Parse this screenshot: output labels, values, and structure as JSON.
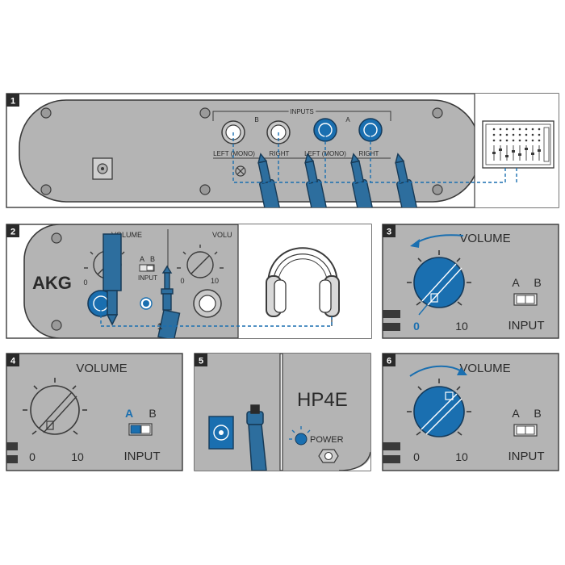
{
  "panel_numbers": [
    "1",
    "2",
    "3",
    "4",
    "5",
    "6"
  ],
  "panel1": {
    "inputs_label": "INPUTS",
    "group_b_label": "B",
    "group_a_label": "A",
    "left_mono_label": "LEFT (MONO)",
    "right_label": "RIGHT"
  },
  "panel2": {
    "brand": "AKG",
    "volume_label": "VOLUME",
    "volume_label_cut": "VOLU",
    "a_label": "A",
    "b_label": "B",
    "input_label": "INPUT",
    "scale_min": "0",
    "scale_max": "10",
    "ch1_label": "1"
  },
  "panel3": {
    "volume_label": "VOLUME",
    "a_label": "A",
    "b_label": "B",
    "input_label": "INPUT",
    "scale_min": "0",
    "scale_max": "10"
  },
  "panel4": {
    "volume_label": "VOLUME",
    "a_label": "A",
    "b_label": "B",
    "input_label": "INPUT",
    "scale_min": "0",
    "scale_max": "10"
  },
  "panel5": {
    "model": "HP4E",
    "power_label": "POWER"
  },
  "panel6": {
    "volume_label": "VOLUME",
    "a_label": "A",
    "b_label": "B",
    "input_label": "INPUT",
    "scale_min": "0",
    "scale_max": "10"
  },
  "colors": {
    "panel_gray": "#b4b4b4",
    "device_gray": "#a6a6a6",
    "accent_blue": "#1a6fb0",
    "plug_blue": "#2d6e9e",
    "outline": "#3a3a3a"
  }
}
